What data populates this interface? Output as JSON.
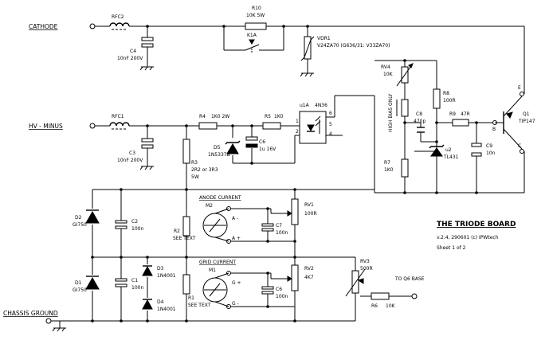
{
  "labels": {
    "cathode": "CATHODE",
    "hv_minus": "HV - MINUS",
    "chassis_ground": "CHASSIS GROUND",
    "to_q6_base": "TO Q6 BASE",
    "anode_current": "ANODE CURRENT",
    "grid_current": "GRID CURRENT",
    "high_bias_only": "HIGH BIAS ONLY"
  },
  "components": {
    "rfc2": "RFC2",
    "rfc1": "RFC1",
    "c4_name": "C4",
    "c4_val": "10nF 200V",
    "c3_name": "C3",
    "c3_val": "10nF 200V",
    "r10_name": "R10",
    "r10_val": "10K 5W",
    "k1a": "K1A",
    "vdr1_name": "VDR1",
    "vdr1_val": "V24ZA70 (G636/31: V33ZA70)",
    "rv4_name": "RV4",
    "rv4_val": "10K",
    "r8_name": "R8",
    "r8_val": "100R",
    "r9_name": "R9",
    "r9_val": "47R",
    "c8_name": "C8",
    "c8_val": "470p",
    "r7_name": "R7",
    "r7_val": "1K0",
    "u2_name": "u2",
    "u2_val": "TL431",
    "c9_name": "C9",
    "c9_val": "10n",
    "q1_name": "Q1",
    "q1_val": "TIP147",
    "pin_e": "E",
    "pin_b": "B",
    "pin_c": "C",
    "r4_name": "R4",
    "r4_val": "1K0 2W",
    "r5_name": "R5",
    "r5_val": "1K0",
    "u1a_name": "u1A",
    "u1a_val": "4N36",
    "pin1": "1",
    "pin2": "2",
    "pin4": "4",
    "pin5": "5",
    "pin6": "6",
    "d5_name": "D5",
    "d5_val": "1N5337B",
    "c6top_name": "C6",
    "c6top_val": "1u 16V",
    "r3_name": "R3",
    "r3_val1": "2R2 or 3R3",
    "r3_val2": "5W",
    "d2_name": "D2",
    "d2_val": "GI750",
    "d1_name": "D1",
    "d1_val": "GI750",
    "c2_name": "C2",
    "c2_val": "100n",
    "c1_name": "C1",
    "c1_val": "100n",
    "d3_name": "D3",
    "d3_val": "1N4001",
    "d4_name": "D4",
    "d4_val": "1N4001",
    "r2_name": "R2",
    "r2_val": "SEE TEXT",
    "r1_name": "R1",
    "r1_val": "SEE TEXT",
    "m2": "M2",
    "m1": "M1",
    "a_minus": "A -",
    "a_plus": "A +",
    "g_plus": "G +",
    "g_minus": "G -",
    "c7_name": "C7",
    "c7_val": "100n",
    "c6_name": "C6",
    "c6_val": "100n",
    "rv1_name": "RV1",
    "rv1_val": "100R",
    "rv2_name": "RV2",
    "rv2_val": "4K7",
    "rv3_name": "RV3",
    "rv3_val": "500R",
    "r6_name": "R6",
    "r6_val": "10K"
  },
  "title_block": {
    "title": "THE TRIODE BOARD",
    "version": "v.2.4,  290601 (c) IPWtech",
    "sheet": "Sheet 1 of 2"
  }
}
